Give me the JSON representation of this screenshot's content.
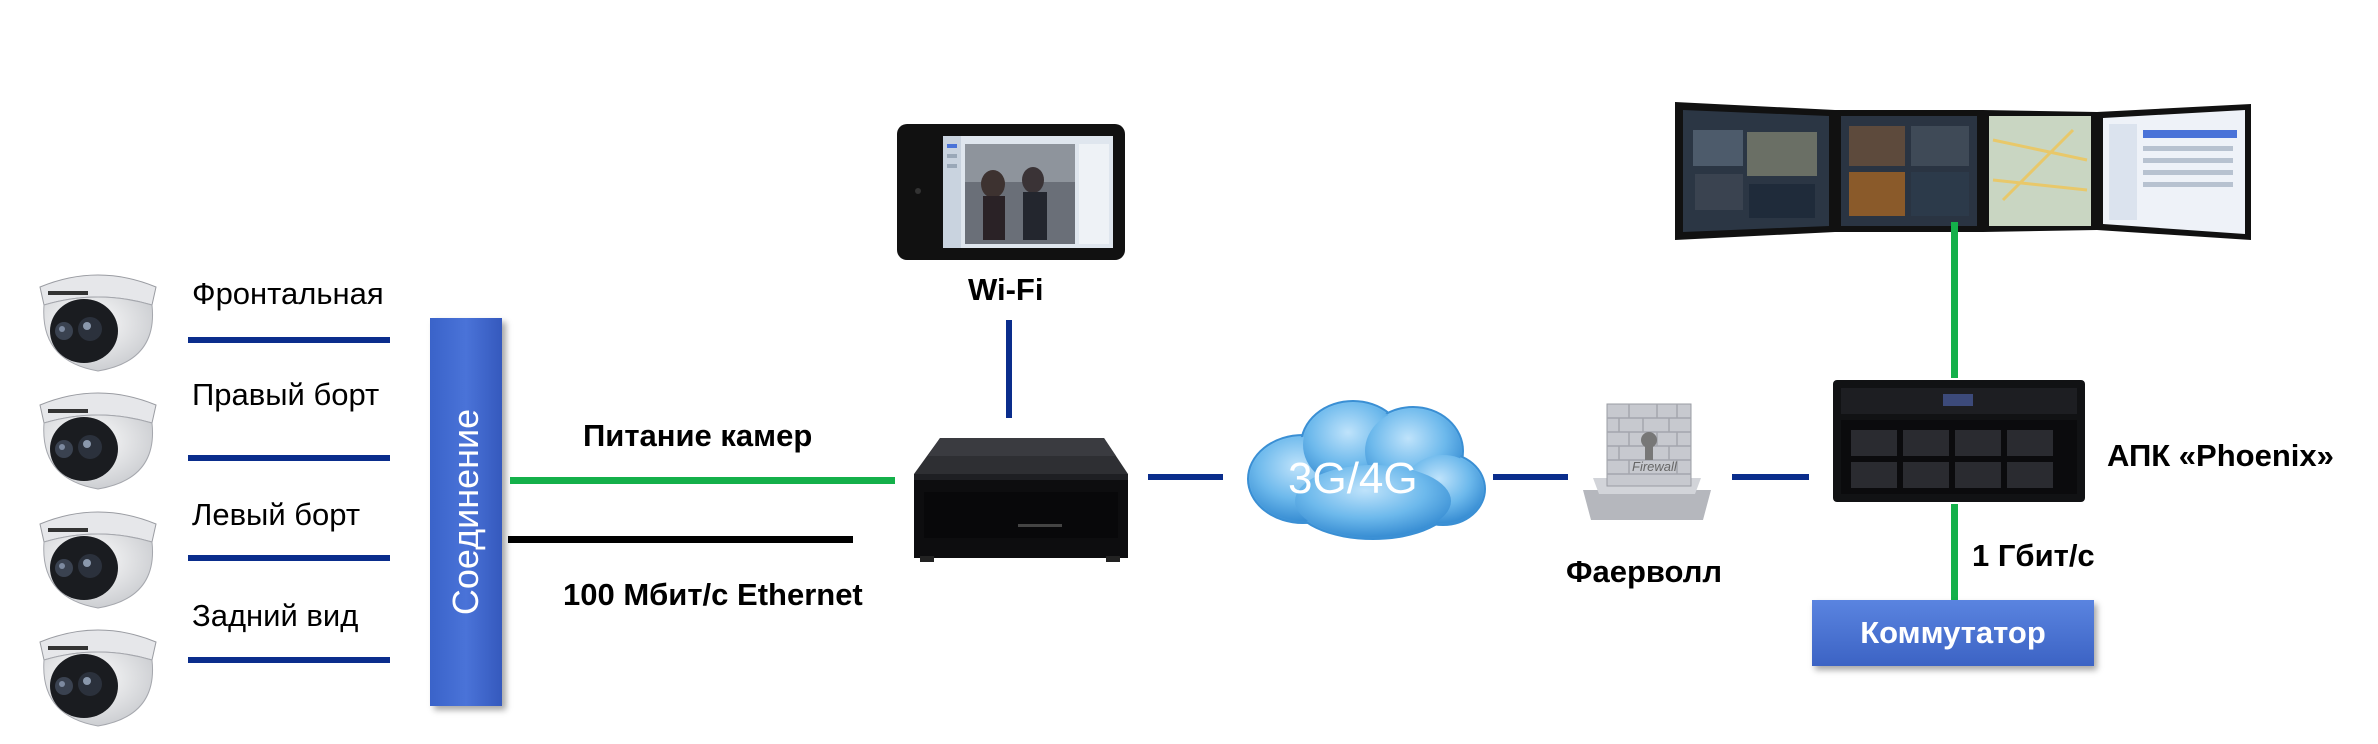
{
  "cameras": [
    {
      "label": "Фронтальная"
    },
    {
      "label": "Правый борт"
    },
    {
      "label": "Левый борт"
    },
    {
      "label": "Задний вид"
    }
  ],
  "connector": {
    "label": "Соединение"
  },
  "links": {
    "camera_power": "Питание камер",
    "ethernet": "100 Мбит/с Ethernet",
    "wifi": "Wi-Fi",
    "gigabit": "1 Гбит/с"
  },
  "cloud": {
    "label": "3G/4G"
  },
  "firewall": {
    "label": "Фаерволл",
    "sign": "Firewall"
  },
  "server": {
    "label": "АПК «Phoenix»"
  },
  "switch": {
    "label": "Коммутатор"
  },
  "colors": {
    "blue_line": "#0a2d8c",
    "green_line": "#14b04a",
    "box_blue": "#4a73d8"
  }
}
